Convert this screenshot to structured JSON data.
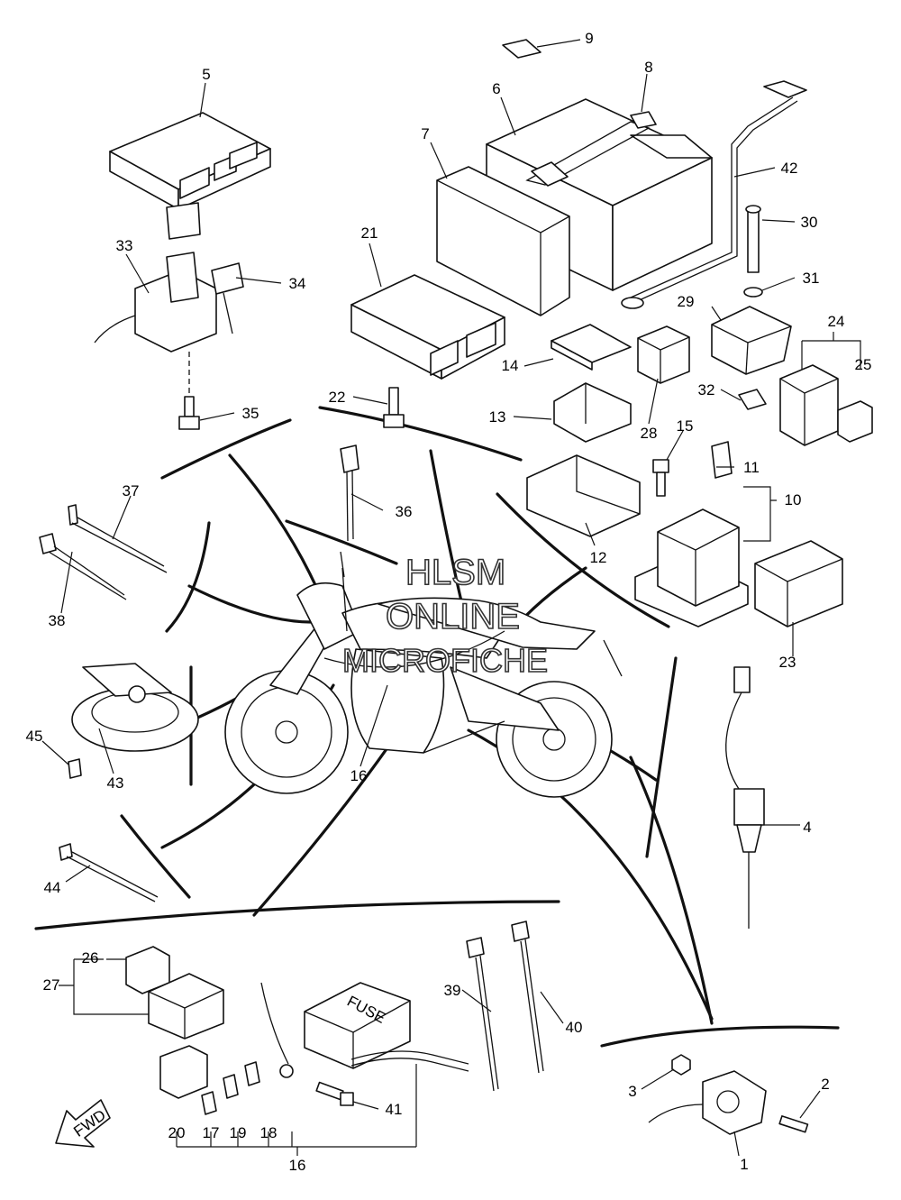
{
  "watermark": {
    "line1": "HLSM",
    "line2": "ONLINE",
    "line3": "MICROFICHE"
  },
  "fwd_badge": "FWD",
  "fuse_box_label": "FUSE",
  "callouts": [
    "1",
    "2",
    "3",
    "4",
    "5",
    "6",
    "7",
    "8",
    "9",
    "10",
    "11",
    "12",
    "13",
    "14",
    "15",
    "16",
    "16",
    "17",
    "18",
    "19",
    "20",
    "21",
    "22",
    "23",
    "24",
    "25",
    "26",
    "27",
    "28",
    "29",
    "30",
    "31",
    "32",
    "33",
    "34",
    "35",
    "36",
    "37",
    "38",
    "39",
    "40",
    "41",
    "42",
    "43",
    "44",
    "45"
  ]
}
